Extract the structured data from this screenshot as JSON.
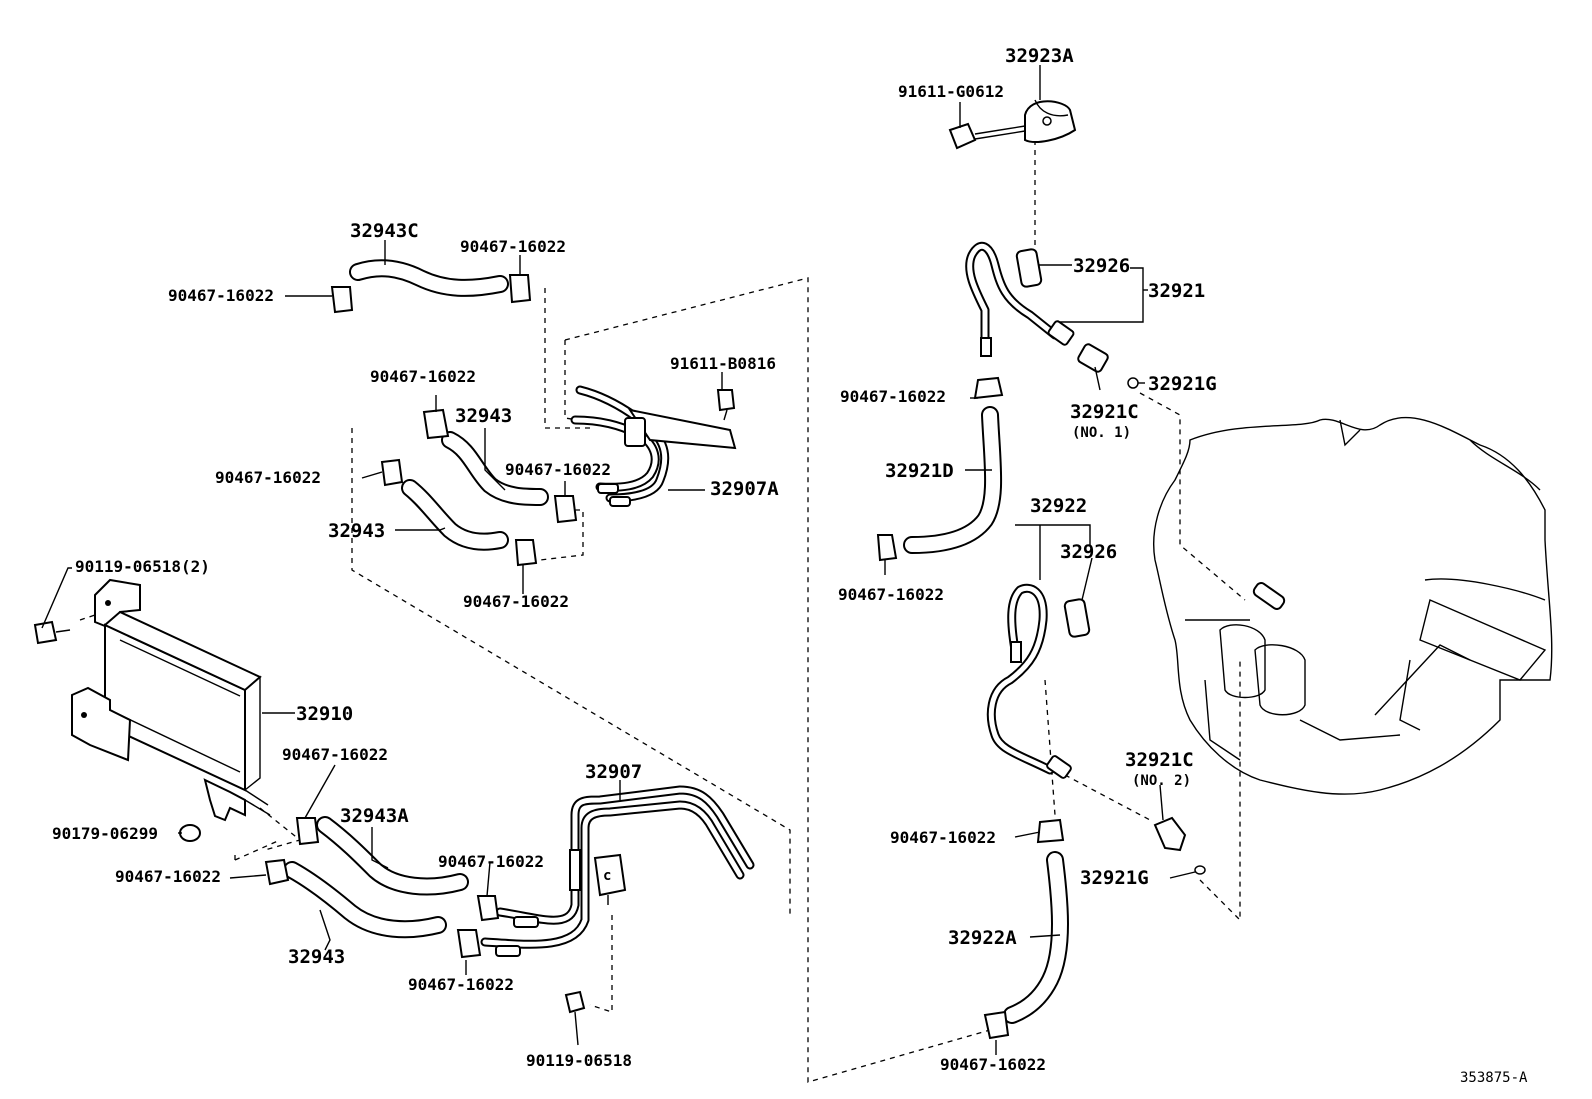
{
  "labels": {
    "p32923A": "32923A",
    "p91611_G0612": "91611-G0612",
    "p32943C": "32943C",
    "p90467_a": "90467-16022",
    "p90467_b": "90467-16022",
    "p91611_B0816": "91611-B0816",
    "p90467_c": "90467-16022",
    "p32943_top": "32943",
    "p90467_d": "90467-16022",
    "p90467_e": "90467-16022",
    "p32907A": "32907A",
    "p32943_mid": "32943",
    "p90467_f": "90467-16022",
    "p90119_2": "90119-06518(2)",
    "p32910": "32910",
    "p90467_g": "90467-16022",
    "p32943A": "32943A",
    "p32907": "32907",
    "p90179": "90179-06299",
    "p90467_h": "90467-16022",
    "p90467_i": "90467-16022",
    "p32943_bot": "32943",
    "p90467_j": "90467-16022",
    "p90119_b": "90119-06518",
    "p32926_top": "32926",
    "p32921": "32921",
    "p90467_k": "90467-16022",
    "p32921G_top": "32921G",
    "p32921C_1": "32921C",
    "p32921C_1_no": "(NO. 1)",
    "p32921D": "32921D",
    "p32922": "32922",
    "p32926_mid": "32926",
    "p90467_l": "90467-16022",
    "p32921C_2": "32921C",
    "p32921C_2_no": "(NO. 2)",
    "p90467_m": "90467-16022",
    "p32921G_bot": "32921G",
    "p32922A": "32922A",
    "p90467_n": "90467-16022",
    "diagram_id": "353875-A"
  },
  "icons": [
    "clamp-icon",
    "bolt-icon",
    "hose-icon",
    "pipe-icon",
    "cooler-icon",
    "transmission-icon"
  ]
}
